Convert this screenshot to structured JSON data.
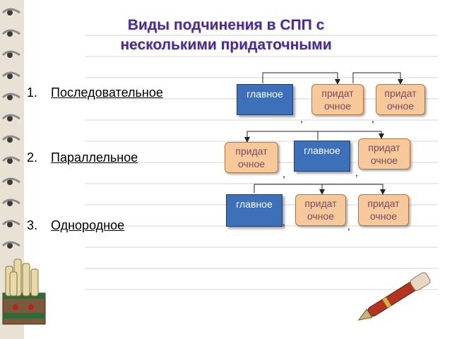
{
  "title": {
    "line1": "Виды подчинения в СПП с",
    "line2": "несколькими придаточными"
  },
  "types": [
    {
      "number": "1.",
      "label": "Последовательное"
    },
    {
      "number": "2.",
      "label": "Параллельное "
    },
    {
      "number": "3.",
      "label": "Однородное"
    }
  ],
  "diagrams": {
    "sequential": {
      "main": "главное",
      "sub1_l1": "придат",
      "sub1_l2": "очное",
      "sub2_l1": "придат",
      "sub2_l2": "очное",
      "comma1": ",",
      "comma2": ","
    },
    "parallel": {
      "main": "главное",
      "sub1_l1": "придат",
      "sub1_l2": "очное",
      "sub2_l1": "придат",
      "sub2_l2": "очное",
      "comma1": ",",
      "comma2": ","
    },
    "homogeneous": {
      "main": "главное",
      "sub1_l1": "придат",
      "sub1_l2": "очное",
      "sub2_l1": "придат",
      "sub2_l2": "очное",
      "comma1": ",",
      "comma2": ","
    }
  },
  "colors": {
    "title": "#4a2c8c",
    "main_box": "#3d70b8",
    "sub_box": "#f7c89a",
    "sub_text": "#7a4a5e"
  }
}
